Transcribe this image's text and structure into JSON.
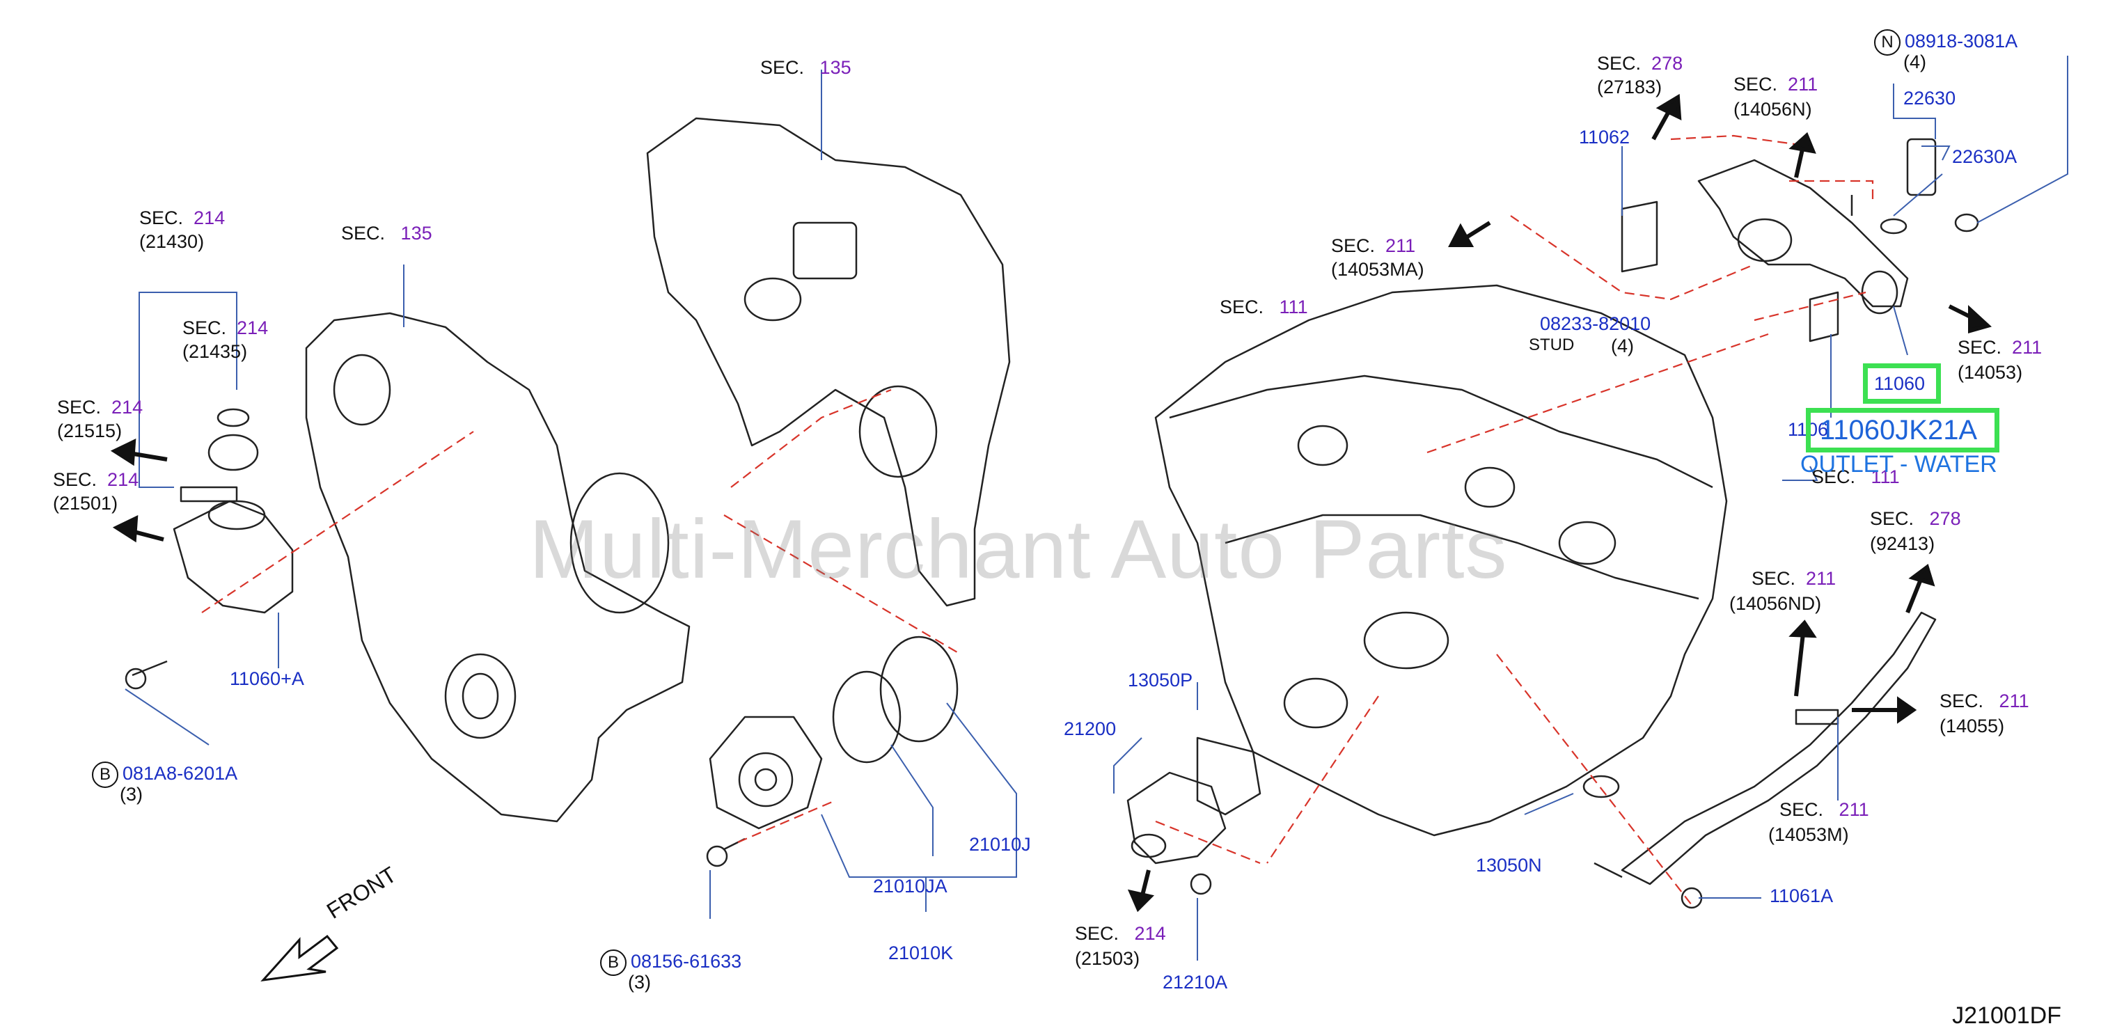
{
  "diagram": {
    "watermark": "Multi-Merchant Auto Parts",
    "code": "J21001DF",
    "front_label": "FRONT",
    "sec_word": "SEC.",
    "sections": [
      {
        "sec": "135",
        "part": ""
      },
      {
        "sec": "135",
        "part": ""
      },
      {
        "sec": "214",
        "part": "(21430)"
      },
      {
        "sec": "214",
        "part": "(21435)"
      },
      {
        "sec": "214",
        "part": "(21515)"
      },
      {
        "sec": "214",
        "part": "(21501)"
      },
      {
        "sec": "211",
        "part": "(14053MA)"
      },
      {
        "sec": "111",
        "part": ""
      },
      {
        "sec": "278",
        "part": "(27183)"
      },
      {
        "sec": "211",
        "part": "(14056N)"
      },
      {
        "sec": "211",
        "part": "(14053)"
      },
      {
        "sec": "111",
        "part": ""
      },
      {
        "sec": "278",
        "part": "(92413)"
      },
      {
        "sec": "211",
        "part": "(14056ND)"
      },
      {
        "sec": "211",
        "part": "(14055)"
      },
      {
        "sec": "211",
        "part": "(14053M)"
      },
      {
        "sec": "214",
        "part": "(21503)"
      }
    ],
    "parts": [
      "11060+A",
      "081A8-6201A",
      "(3)",
      "08156-61633",
      "(3)",
      "21010J",
      "21010JA",
      "21010K",
      "21200",
      "13050P",
      "21210A",
      "13050N",
      "11061A",
      "11062",
      "08233-82010",
      "STUD",
      "(4)",
      "08918-3081A",
      "(4)",
      "22630",
      "22630A",
      "11060",
      "1106"
    ],
    "bolt_prefix": "B",
    "nut_prefix": "N",
    "highlight": {
      "box_label": "11060",
      "part_number": "11060JK21A",
      "description": "OUTLET - WATER"
    }
  }
}
